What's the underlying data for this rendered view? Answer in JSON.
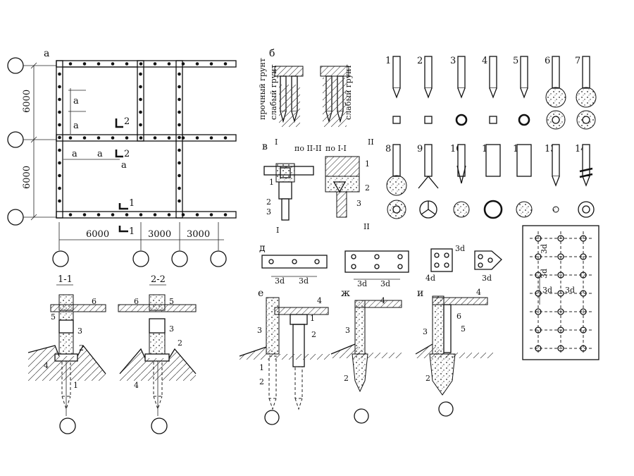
{
  "labels": {
    "panel_a": "а",
    "panel_b": "б",
    "panel_v": "в",
    "panel_d": "д",
    "panel_e": "е",
    "panel_zh": "ж",
    "panel_i": "и",
    "dim_6000": "6000",
    "dim_3000": "3000",
    "dim_a": "а",
    "cut_1": "1",
    "cut_2": "2",
    "section_1_1": "1-1",
    "section_2_2": "2-2",
    "strong_soil": "прочный грунт",
    "weak_soil": "слабый грунт",
    "po_II_II": "по II-II",
    "po_I_I": "по I-I",
    "roman_I": "I",
    "roman_II": "II",
    "dim_3d": "3d",
    "dim_4d": "4d"
  },
  "pile_types": [
    "1",
    "2",
    "3",
    "4",
    "5",
    "6",
    "7",
    "8",
    "9",
    "10",
    "11",
    "12",
    "13",
    "14"
  ],
  "callouts": [
    "1",
    "2",
    "3",
    "4",
    "5",
    "6"
  ]
}
